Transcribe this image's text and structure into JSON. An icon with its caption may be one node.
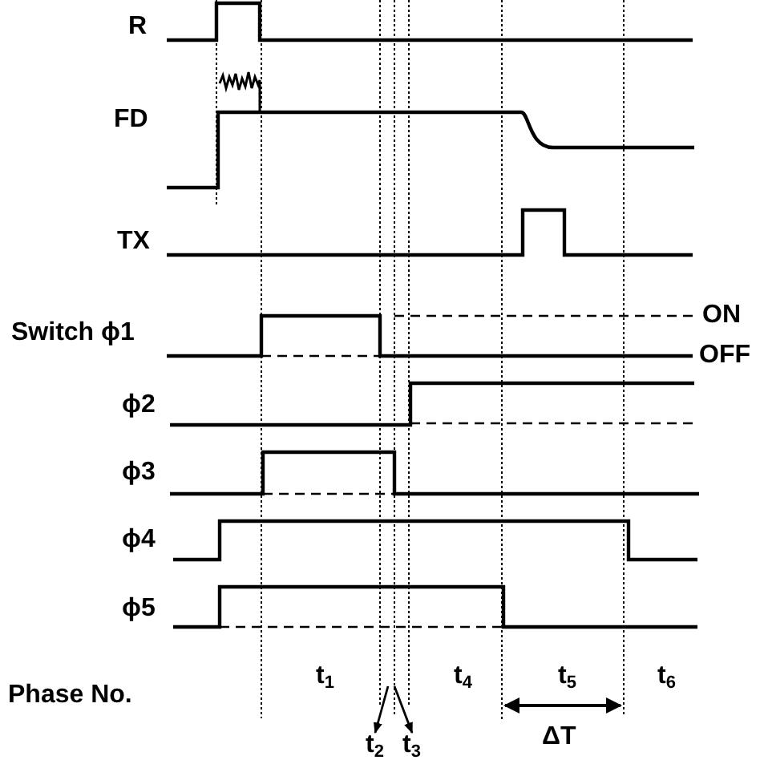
{
  "diagram": {
    "nodes": [
      {
        "text": [
          "t$_{2}$"
        ]
      },
      {
        "text": [
          "t$_{3}$"
        ]
      }
    ],
    "edges": [
      {
        "from": null,
        "to": 0,
        "arrow": "to"
      },
      {
        "from": null,
        "to": 1,
        "arrow": "to"
      }
    ],
    "labels": [
      "R",
      "FD",
      "TX",
      "Switch ϕ1",
      "ON",
      "OFF",
      "ϕ2",
      "ϕ3",
      "ϕ4",
      "ϕ5",
      "t$_{1}$",
      "t$_{4}$",
      "t$_{5}$",
      "t$_{6}$",
      "Phase No.",
      "ΔT"
    ]
  }
}
